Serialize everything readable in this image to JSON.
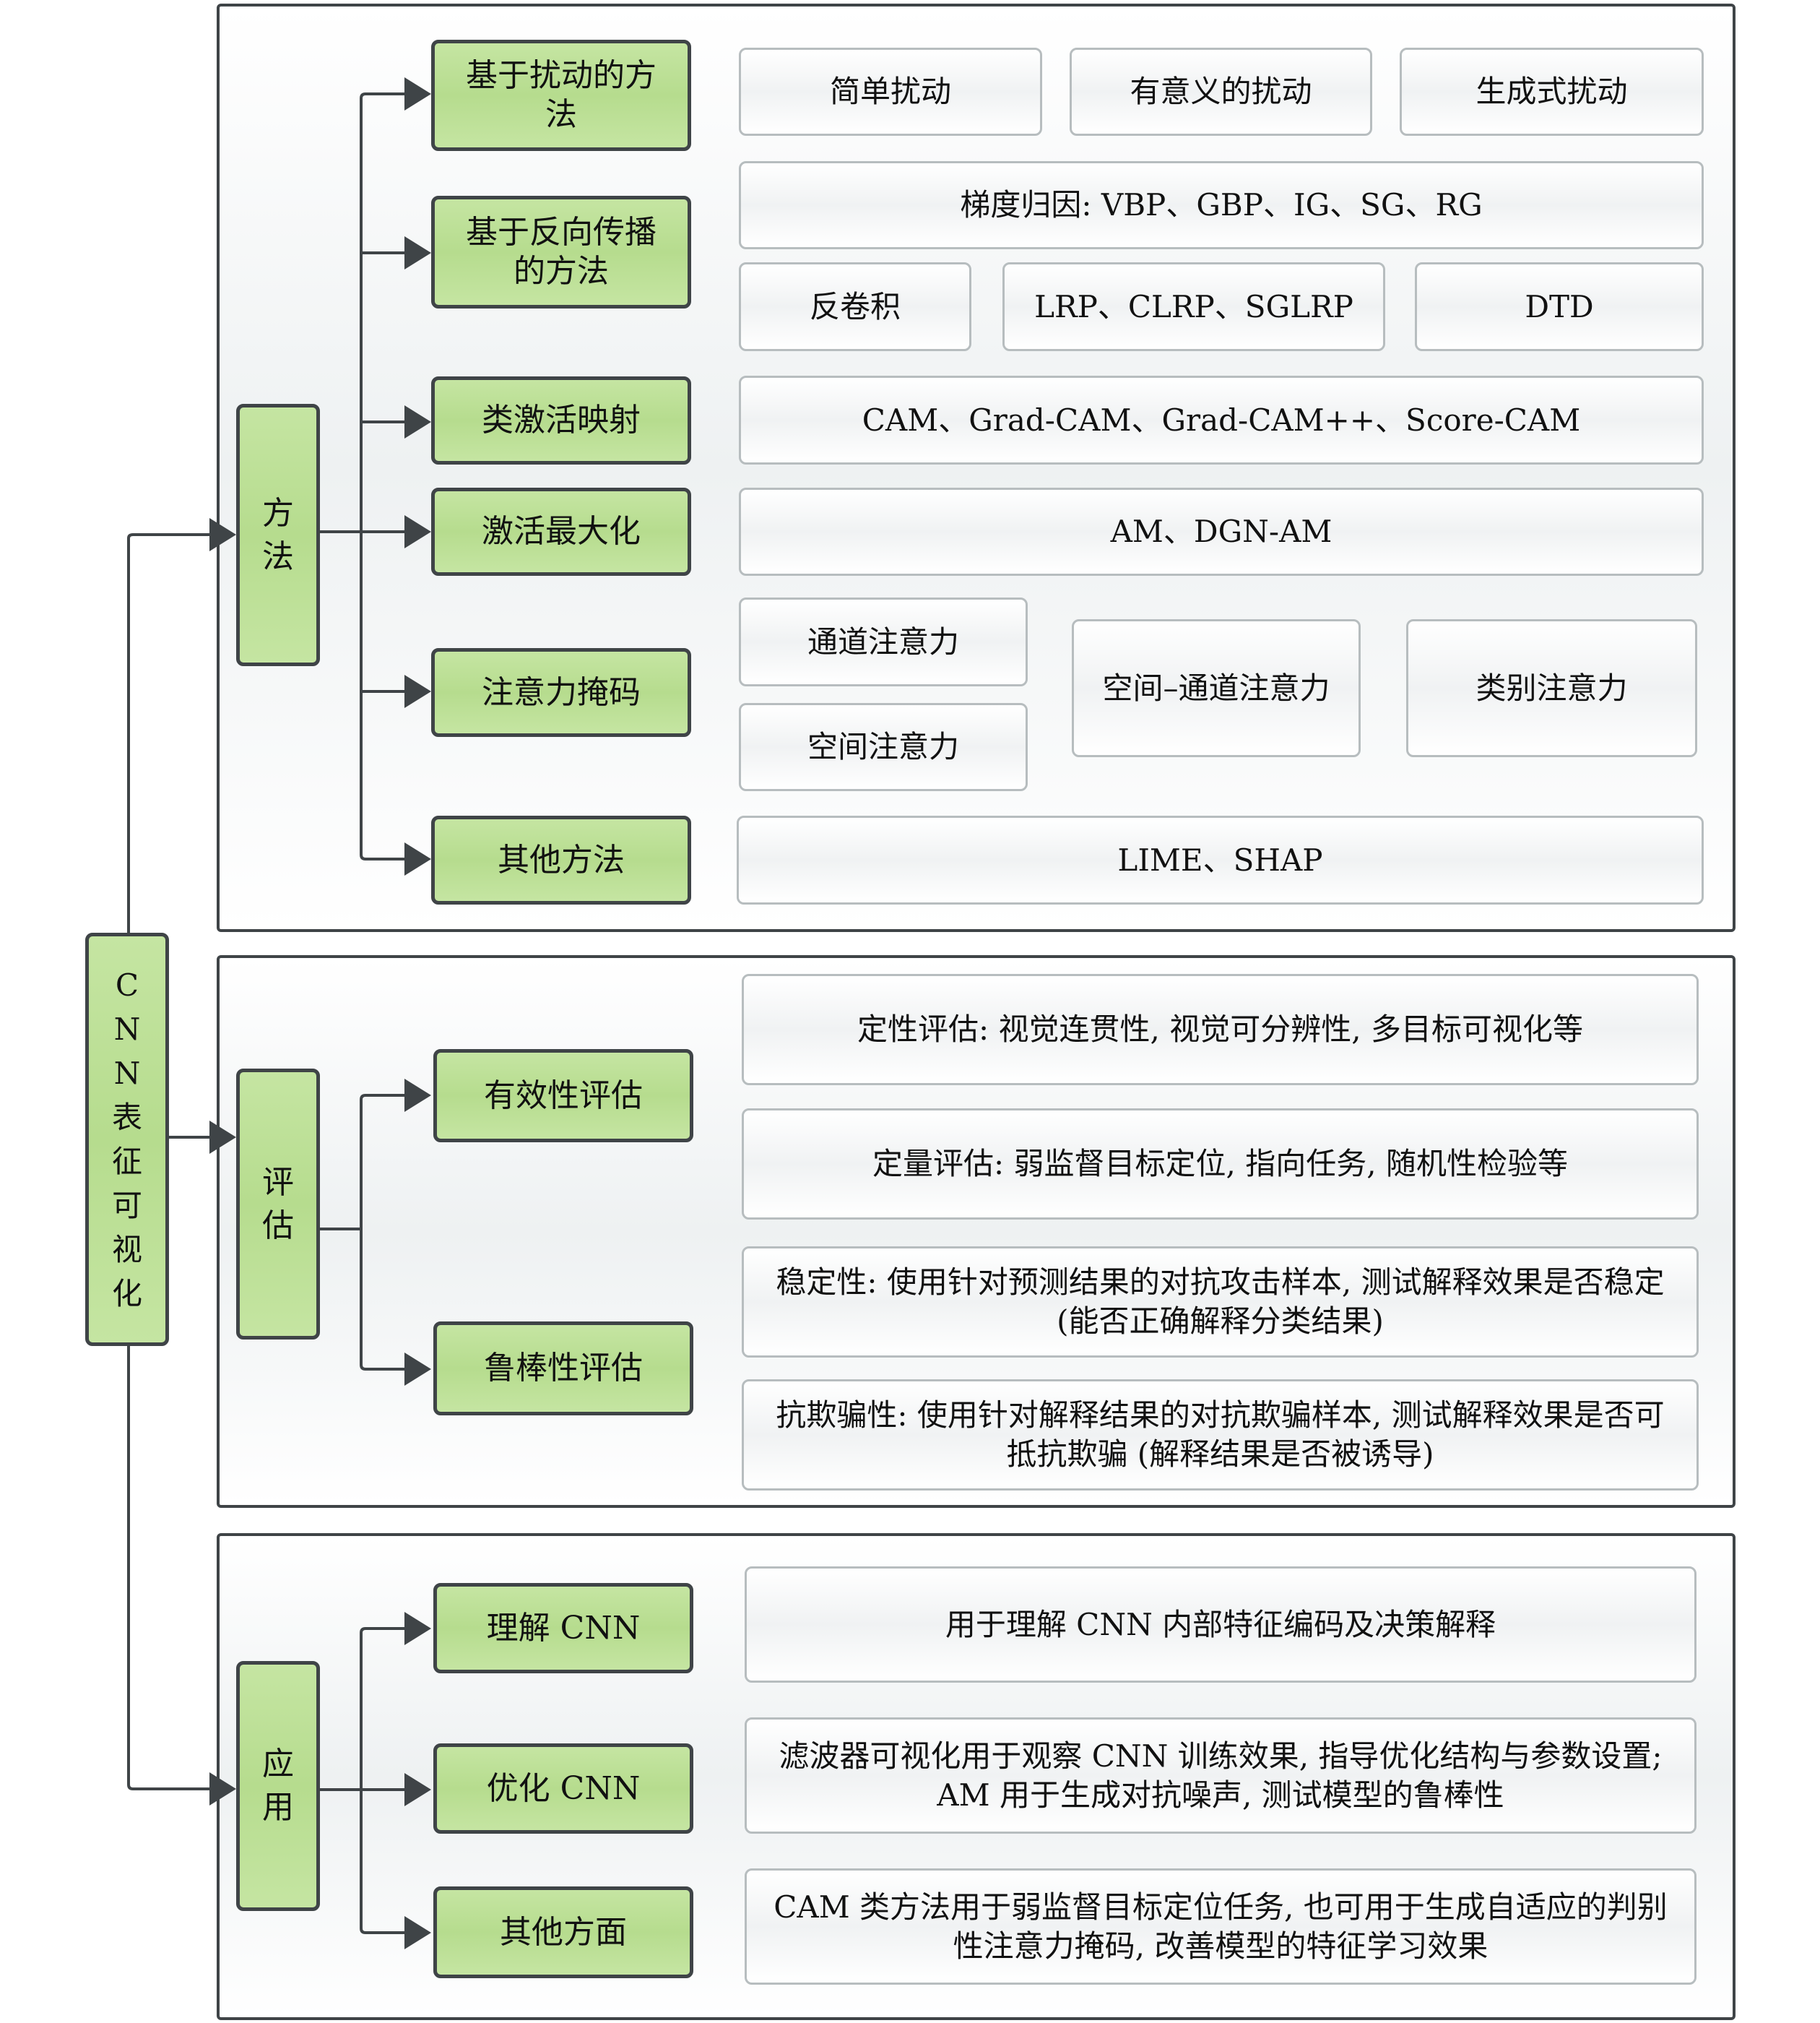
{
  "root": {
    "label_chars": [
      "C",
      "N",
      "N",
      "表",
      "征",
      "可",
      "视",
      "化"
    ]
  },
  "colors": {
    "node_fill": "#bfe29b",
    "stroke": "#3f4447",
    "leaf_border": "#b7bdbf"
  },
  "sections": [
    {
      "name": "方法",
      "label_chars": [
        "方",
        "法"
      ],
      "items": [
        {
          "label": "基于扰动的方法",
          "leaves": [
            "简单扰动",
            "有意义的扰动",
            "生成式扰动"
          ]
        },
        {
          "label": "基于反向传播的方法",
          "leaves": [
            "梯度归因: VBP、GBP、IG、SG、RG",
            "反卷积",
            "LRP、CLRP、SGLRP",
            "DTD"
          ]
        },
        {
          "label": "类激活映射",
          "leaves": [
            "CAM、Grad-CAM、Grad-CAM++、Score-CAM"
          ]
        },
        {
          "label": "激活最大化",
          "leaves": [
            "AM、DGN-AM"
          ]
        },
        {
          "label": "注意力掩码",
          "leaves": [
            "通道注意力",
            "空间注意力",
            "空间–通道注意力",
            "类别注意力"
          ]
        },
        {
          "label": "其他方法",
          "leaves": [
            "LIME、SHAP"
          ]
        }
      ]
    },
    {
      "name": "评估",
      "label_chars": [
        "评",
        "估"
      ],
      "items": [
        {
          "label": "有效性评估",
          "leaves": [
            "定性评估: 视觉连贯性, 视觉可分辨性, 多目标可视化等",
            "定量评估: 弱监督目标定位, 指向任务, 随机性检验等"
          ]
        },
        {
          "label": "鲁棒性评估",
          "leaves": [
            "稳定性: 使用针对预测结果的对抗攻击样本, 测试解释效果是否稳定 (能否正确解释分类结果)",
            "抗欺骗性: 使用针对解释结果的对抗欺骗样本, 测试解释效果是否可抵抗欺骗 (解释结果是否被诱导)"
          ]
        }
      ]
    },
    {
      "name": "应用",
      "label_chars": [
        "应",
        "用"
      ],
      "items": [
        {
          "label": "理解 CNN",
          "leaves": [
            "用于理解 CNN 内部特征编码及决策解释"
          ]
        },
        {
          "label": "优化 CNN",
          "leaves": [
            "滤波器可视化用于观察 CNN 训练效果, 指导优化结构与参数设置; AM 用于生成对抗噪声, 测试模型的鲁棒性"
          ]
        },
        {
          "label": "其他方面",
          "leaves": [
            "CAM 类方法用于弱监督目标定位任务, 也可用于生成自适应的判别性注意力掩码, 改善模型的特征学习效果"
          ]
        }
      ]
    }
  ]
}
